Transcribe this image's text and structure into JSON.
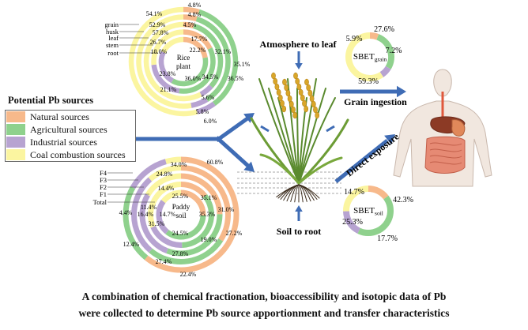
{
  "colors": {
    "natural": "#f7b98b",
    "agricultural": "#8fd18d",
    "industrial": "#b7a3d1",
    "coal": "#fbf5a0",
    "arrow": "#3f6cb5",
    "grid": "#555555"
  },
  "legend": {
    "title": "Potential Pb sources",
    "items": [
      {
        "label": "Natural sources",
        "color": "#f7b98b"
      },
      {
        "label": "Agricultural sources",
        "color": "#8fd18d"
      },
      {
        "label": "Industrial sources",
        "color": "#b7a3d1"
      },
      {
        "label": "Coal combustion sources",
        "color": "#fbf5a0"
      }
    ]
  },
  "rice_rings": {
    "center_label": [
      "Rice",
      "plant"
    ],
    "ring_names": [
      "grain",
      "husk",
      "leaf",
      "stem",
      "root"
    ],
    "rings": [
      {
        "name": "grain",
        "fractions": [
          4.8,
          35.1,
          5.8,
          54.1
        ]
      },
      {
        "name": "husk",
        "fractions": [
          4.8,
          36.5,
          6.0,
          52.9
        ]
      },
      {
        "name": "leaf",
        "fractions": [
          4.5,
          32.1,
          5.6,
          57.8
        ]
      },
      {
        "name": "stem",
        "fractions": [
          17.7,
          34.5,
          21.1,
          26.7
        ]
      },
      {
        "name": "root",
        "fractions": [
          22.2,
          36.0,
          23.8,
          18.0
        ]
      }
    ],
    "labels": [
      "54.1%",
      "4.8%",
      "52.9%",
      "4.8%",
      "57.8%",
      "4.5%",
      "26.7%",
      "17.7%",
      "18.0%",
      "22.2%",
      "32.1%",
      "35.1%",
      "34.5%",
      "36.5%",
      "23.8%",
      "36.0%",
      "21.1%",
      "5.6%",
      "5.8%",
      "6.0%"
    ]
  },
  "soil_rings": {
    "center_label": [
      "Paddy",
      "soil"
    ],
    "ring_names": [
      "F4",
      "F3",
      "F2",
      "F1",
      "Total"
    ],
    "rings": [
      {
        "name": "F4",
        "fractions": [
          60.8,
          22.4,
          12.4,
          4.4
        ]
      },
      {
        "name": "F3",
        "fractions": [
          34.0,
          27.2,
          27.4,
          11.4
        ]
      },
      {
        "name": "F2",
        "fractions": [
          24.8,
          31.0,
          27.8,
          16.4
        ]
      },
      {
        "name": "F1",
        "fractions": [
          14.4,
          35.1,
          19.0,
          31.5
        ]
      },
      {
        "name": "Total",
        "fractions": [
          25.5,
          35.3,
          24.5,
          14.7
        ]
      }
    ],
    "labels": [
      "34.0%",
      "60.8%",
      "24.8%",
      "14.4%",
      "25.5%",
      "35.1%",
      "31.0%",
      "11.4%",
      "4.4%",
      "16.4%",
      "14.7%",
      "35.3%",
      "27.2%",
      "31.5%",
      "24.5%",
      "19.0%",
      "12.4%",
      "27.8%",
      "27.4%",
      "22.4%"
    ]
  },
  "sbet_grain": {
    "label_main": "SBET",
    "label_sub": "grain",
    "fractions": [
      5.9,
      27.6,
      7.2,
      59.3
    ],
    "labels": [
      "5.9%",
      "27.6%",
      "7.2%",
      "59.3%"
    ]
  },
  "sbet_soil": {
    "label_main": "SBET",
    "label_sub": "soil",
    "fractions": [
      14.7,
      42.3,
      17.7,
      25.3
    ],
    "labels": [
      "14.7%",
      "42.3%",
      "17.7%",
      "25.3%"
    ]
  },
  "flow_labels": {
    "atmosphere": "Atmosphere to leaf",
    "grain_ingestion": "Grain ingestion",
    "direct_exposure": "Direct exposure",
    "soil_to_root": "Soil to root"
  },
  "caption": {
    "line1": "A combination of chemical fractionation, bioaccessibility and isotopic data of Pb",
    "line2": "were collected to determine Pb source apportionment and transfer characteristics"
  }
}
